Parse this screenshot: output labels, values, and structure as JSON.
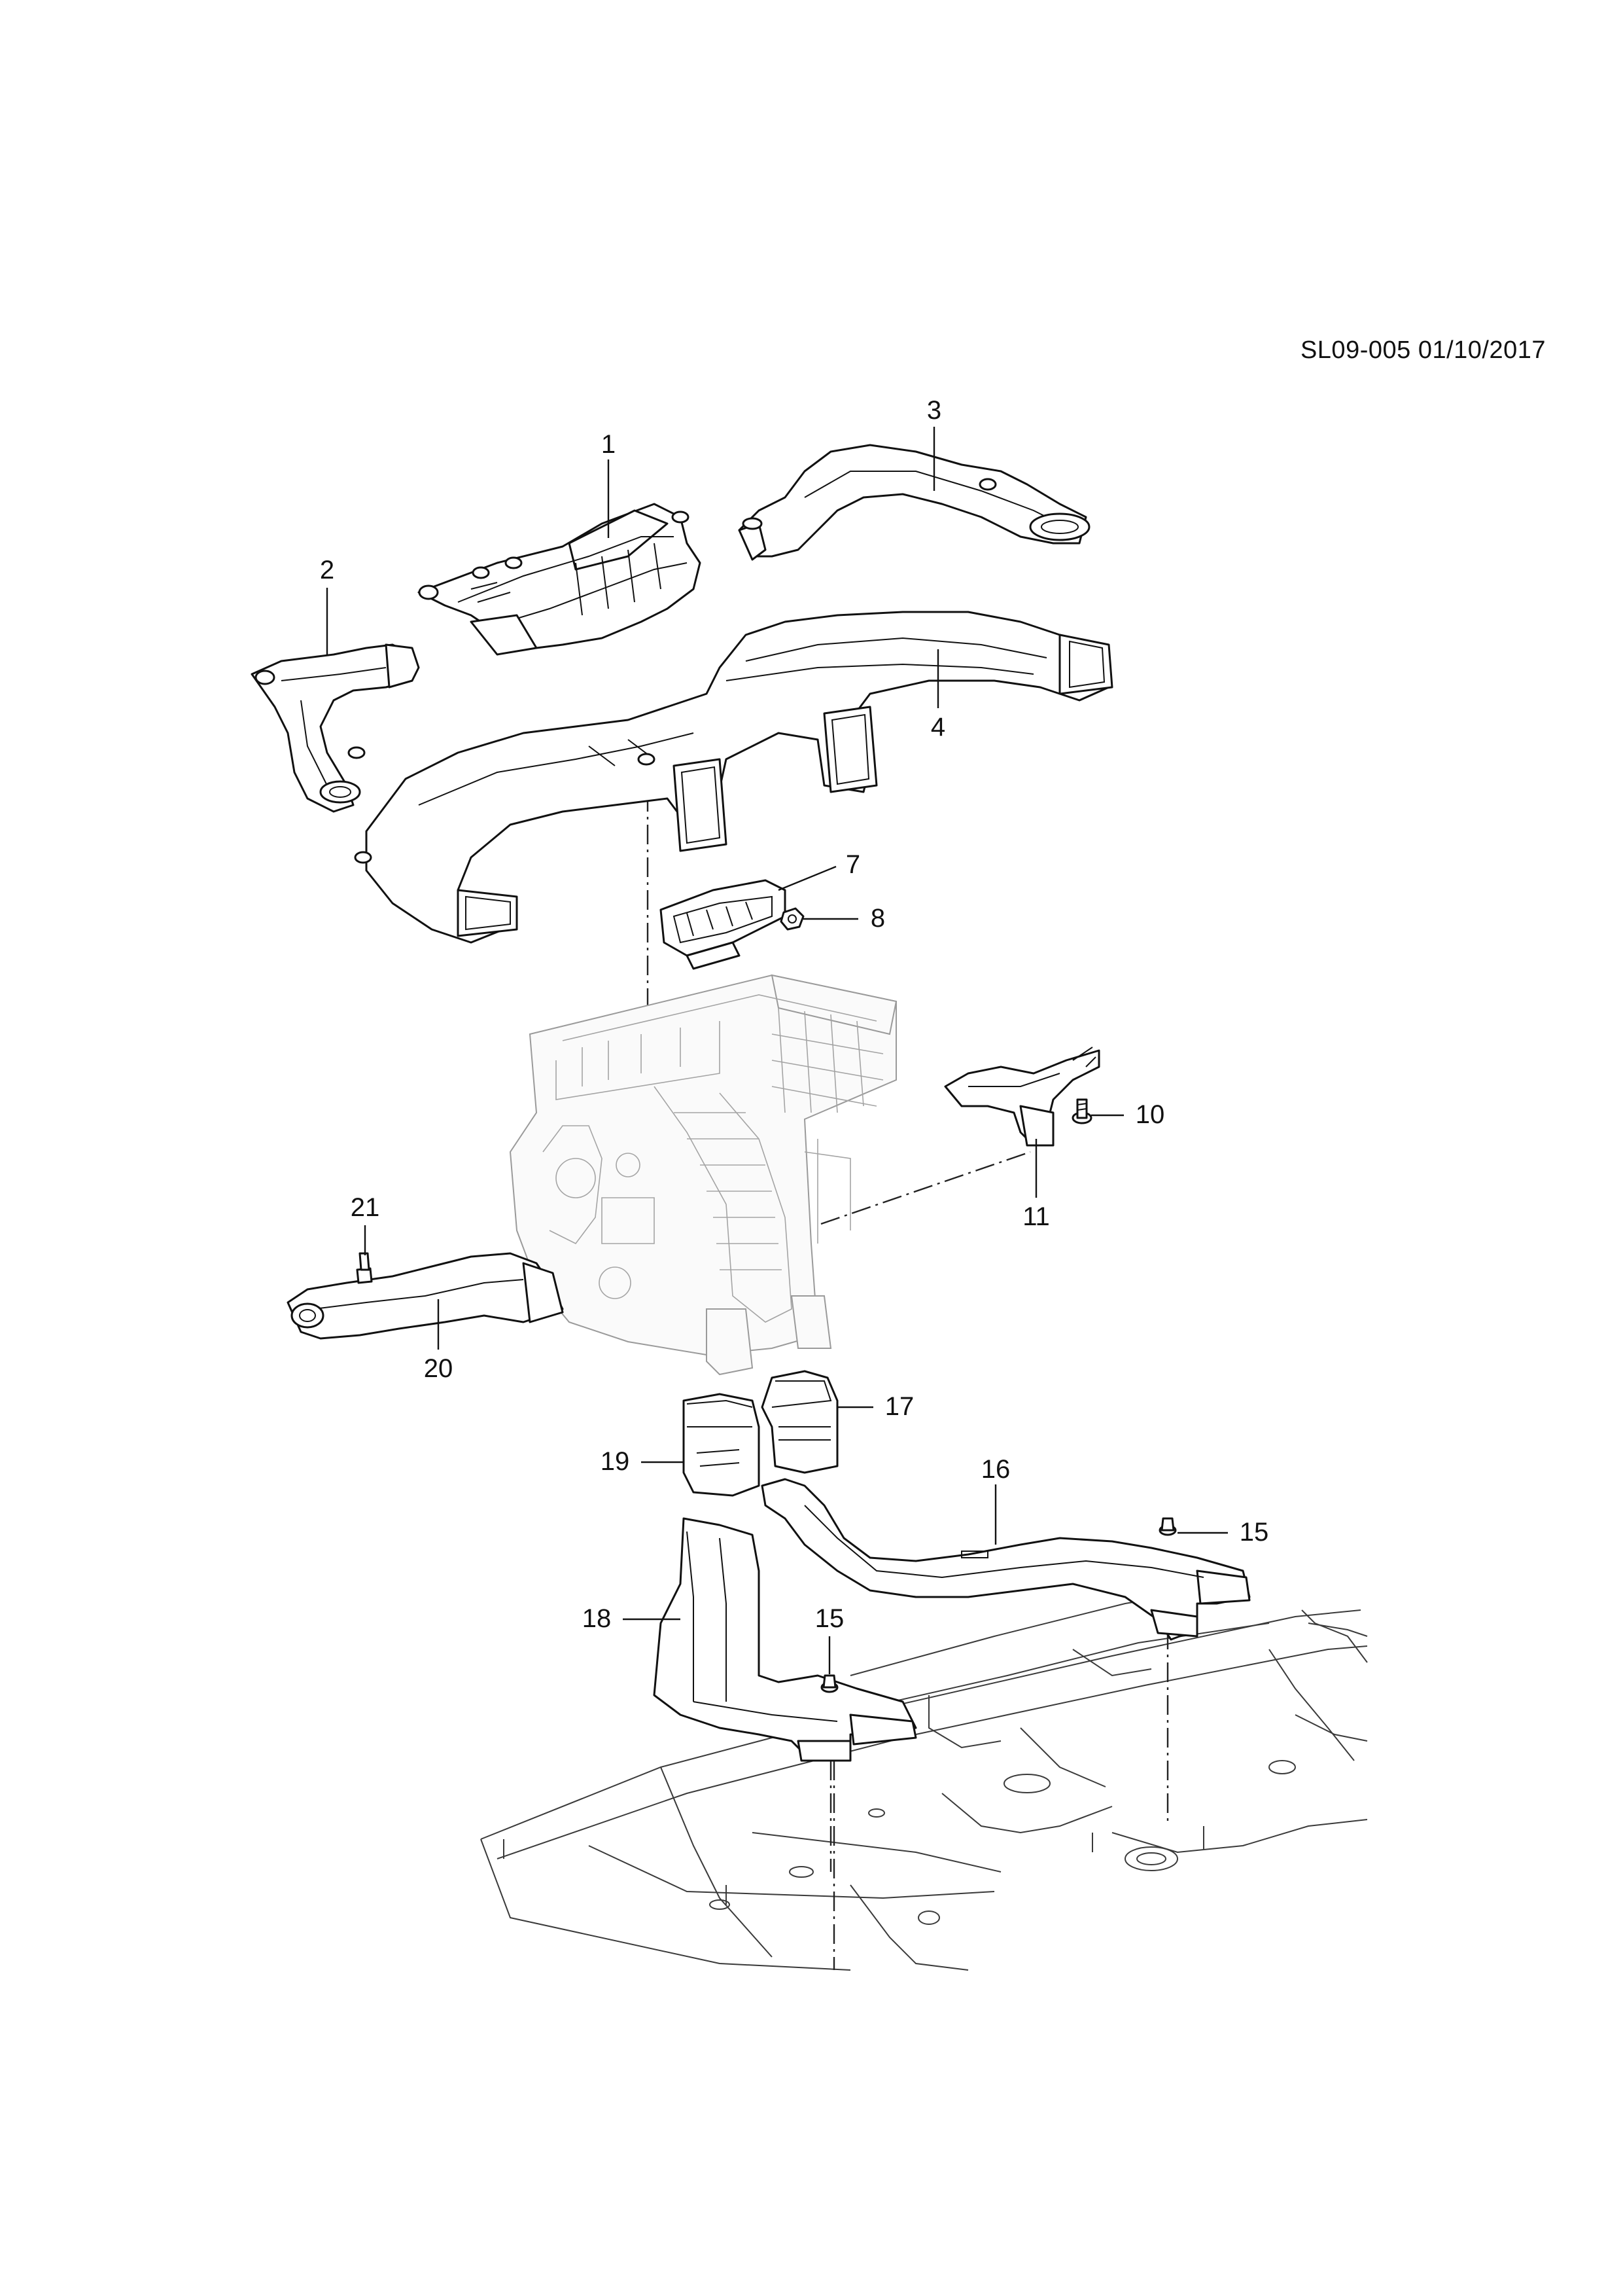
{
  "header": {
    "doc_ref": "SL09-005 01/10/2017"
  },
  "callouts": [
    {
      "id": "1",
      "label": "1",
      "part": "center-defroster-duct"
    },
    {
      "id": "2",
      "label": "2",
      "part": "left-side-defroster-duct"
    },
    {
      "id": "3",
      "label": "3",
      "part": "right-side-defroster-duct"
    },
    {
      "id": "4",
      "label": "4",
      "part": "instrument-panel-air-duct"
    },
    {
      "id": "7",
      "label": "7",
      "part": "center-outlet-duct"
    },
    {
      "id": "8",
      "label": "8",
      "part": "nut"
    },
    {
      "id": "10",
      "label": "10",
      "part": "screw"
    },
    {
      "id": "11",
      "label": "11",
      "part": "right-floor-duct"
    },
    {
      "id": "15a",
      "label": "15",
      "part": "rear-duct-clip-right"
    },
    {
      "id": "15b",
      "label": "15",
      "part": "rear-duct-clip-left"
    },
    {
      "id": "16",
      "label": "16",
      "part": "right-rear-floor-duct"
    },
    {
      "id": "17",
      "label": "17",
      "part": "right-duct-adapter"
    },
    {
      "id": "18",
      "label": "18",
      "part": "left-rear-floor-duct"
    },
    {
      "id": "19",
      "label": "19",
      "part": "left-duct-adapter"
    },
    {
      "id": "20",
      "label": "20",
      "part": "left-floor-duct"
    },
    {
      "id": "21",
      "label": "21",
      "part": "clip"
    }
  ]
}
